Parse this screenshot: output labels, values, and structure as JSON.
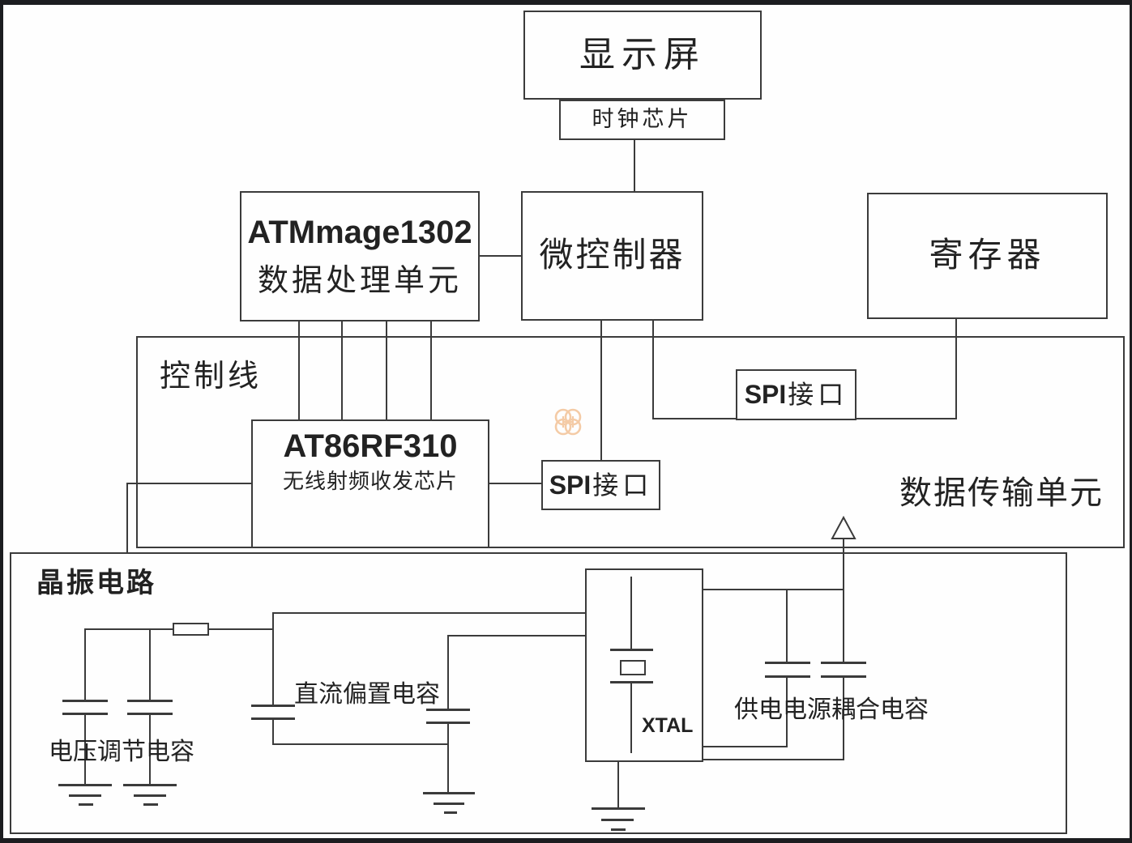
{
  "page": {
    "background": "#fefefe",
    "frame_color": "#1c1d20",
    "line_color": "#3b3b3b",
    "text_color": "#222222",
    "watermark_color": "#f4c9a2"
  },
  "blocks": {
    "display": {
      "label": "显示屏"
    },
    "clock": {
      "label": "时钟芯片"
    },
    "dpu": {
      "line1": "ATMmage1302",
      "line2": "数据处理单元"
    },
    "mcu": {
      "label": "微控制器"
    },
    "register": {
      "label": "寄存器"
    },
    "control_bus": {
      "label": "控制线"
    },
    "data_unit": {
      "label": "数据传输单元"
    },
    "rf": {
      "line1": "AT86RF310",
      "line2": "无线射频收发芯片"
    },
    "spi_lower": {
      "latin": "SPI",
      "cjk": "接口"
    },
    "spi_upper": {
      "latin": "SPI",
      "cjk": "接口"
    },
    "crystal_section": {
      "label": "晶振电路"
    },
    "xtal": {
      "label": "XTAL"
    },
    "cap_voltage": {
      "label": "电压调节电容"
    },
    "cap_bias": {
      "label": "直流偏置电容"
    },
    "cap_supply": {
      "label": "供电电源耦合电容"
    }
  }
}
